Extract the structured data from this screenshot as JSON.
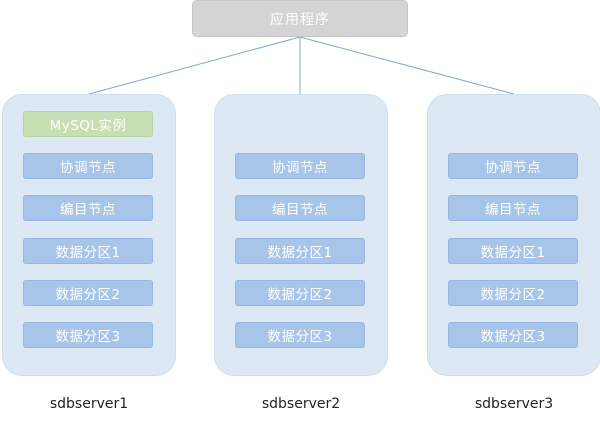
{
  "app": {
    "label": "应用程序"
  },
  "servers": [
    {
      "name": "sdbserver1",
      "items": [
        "MySQL实例",
        "协调节点",
        "编目节点",
        "数据分区1",
        "数据分区2",
        "数据分区3"
      ]
    },
    {
      "name": "sdbserver2",
      "items": [
        "协调节点",
        "编目节点",
        "数据分区1",
        "数据分区2",
        "数据分区3"
      ]
    },
    {
      "name": "sdbserver3",
      "items": [
        "协调节点",
        "编目节点",
        "数据分区1",
        "数据分区2",
        "数据分区3"
      ]
    }
  ],
  "colors": {
    "app_box": "#d4d4d4",
    "server_panel": "#dce8f4",
    "node_box": "#a7c5e8",
    "mysql_box": "#c6e0b4",
    "connector": "#7aa7d6"
  }
}
